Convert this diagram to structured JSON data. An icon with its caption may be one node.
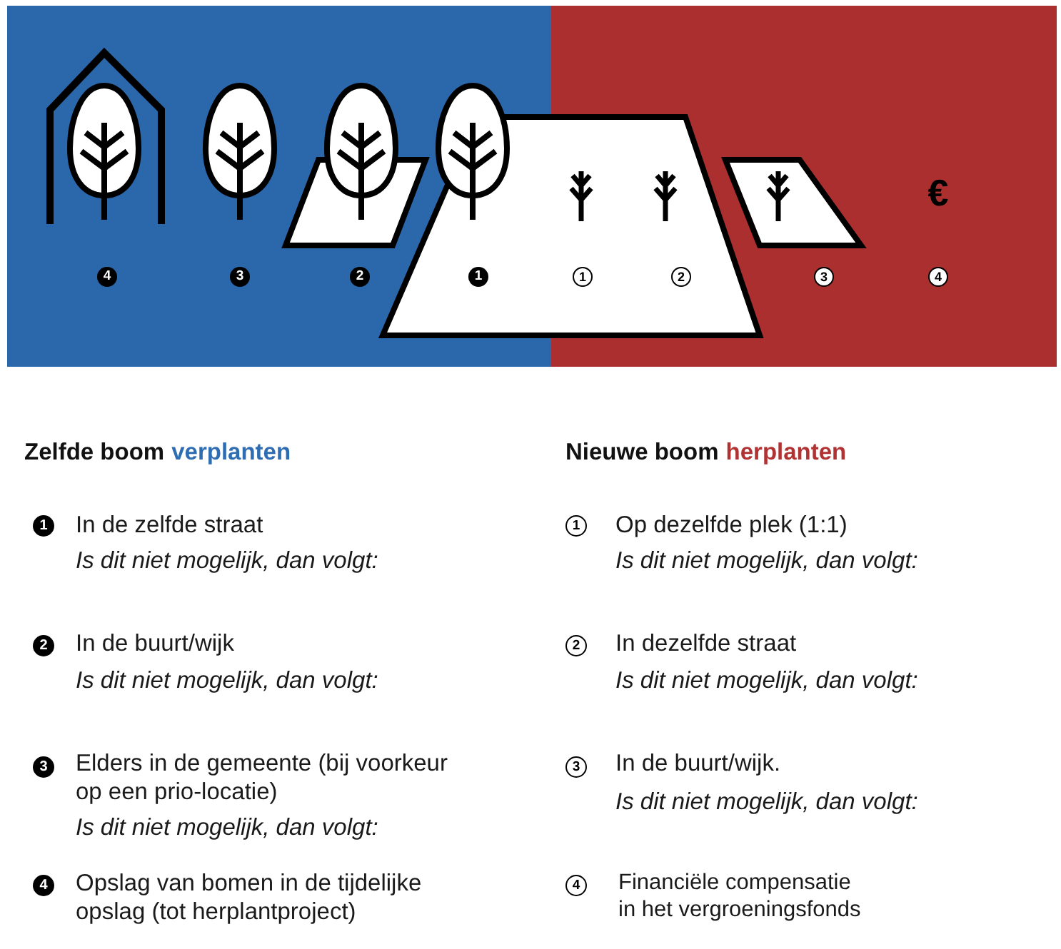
{
  "diagram": {
    "labels": [
      "€",
      "4",
      "3",
      "2",
      "1",
      "1",
      "2",
      "3",
      "4",
      "Zelfde boom",
      "verplanten",
      "1",
      "In de zelfde straat",
      "Is dit niet mogelijk, dan volgt:",
      "2",
      "In de buurt/wijk",
      "Is dit niet mogelijk, dan volgt:",
      "3",
      "Elders in de gemeente (bij voorkeur op een prio-locatie)",
      "Is dit niet mogelijk, dan volgt:",
      "4",
      "Opslag van bomen in de tijdelijke opslag (tot herplantproject)",
      "Nieuwe boom",
      "herplanten",
      "1",
      "Op dezelfde plek (1:1)",
      "Is dit niet mogelijk, dan volgt:",
      "2",
      "In dezelfde straat",
      "Is dit niet mogelijk, dan volgt:",
      "3",
      "In de buurt/wijk.",
      "Is dit niet mogelijk, dan volgt:",
      "4",
      "Financiële compensatie in het vergroeningsfonds"
    ]
  }
}
